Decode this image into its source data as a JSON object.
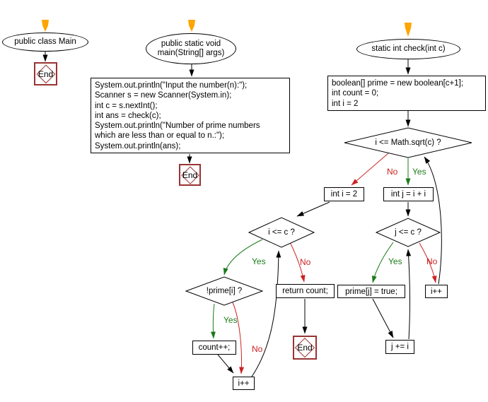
{
  "colors": {
    "orange_marker": "#ffa500",
    "edge_black": "#000000",
    "edge_red": "#cc2222",
    "edge_green": "#1b7a1b",
    "terminator_border": "#993333",
    "node_fill": "#ffffff"
  },
  "labels": {
    "yes": "Yes",
    "no": "No",
    "end": "End"
  },
  "main_class": {
    "start": "public class Main"
  },
  "main_method": {
    "start_line1": "public static void",
    "start_line2": "main(String[] args)",
    "code": [
      "System.out.println(\"Input the number(n):\");",
      "Scanner s = new Scanner(System.in);",
      "int c = s.nextInt();",
      "int ans = check(c);",
      "System.out.println(\"Number of prime numbers",
      "which are less than or equal to n.:\");",
      "System.out.println(ans);"
    ]
  },
  "check_method": {
    "start": "static int check(int c)",
    "init": [
      "boolean[] prime = new boolean[c+1];",
      "int count = 0;",
      "int i = 2"
    ],
    "cond_sqrt": "i <= Math.sqrt(c) ?",
    "int_i": "int i = 2",
    "int_j": "int j = i + i",
    "cond_j": "j <= c ?",
    "prime_true": "prime[j] = true;",
    "i_inc_right": "i++",
    "j_add": "j += i",
    "cond_i": "i <= c ?",
    "cond_prime": "!prime[i] ?",
    "count_inc": "count++;",
    "i_inc_bottom": "i++",
    "return_stmt": "return count;"
  }
}
